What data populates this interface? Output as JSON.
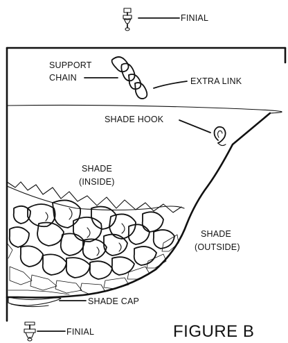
{
  "figure": {
    "title": "FIGURE B",
    "labels": {
      "finial_top": "FINIAL",
      "support_chain_line1": "SUPPORT",
      "support_chain_line2": "CHAIN",
      "extra_link": "EXTRA LINK",
      "shade_hook": "SHADE HOOK",
      "shade_inside_line1": "SHADE",
      "shade_inside_line2": "(INSIDE)",
      "shade_outside_line1": "SHADE",
      "shade_outside_line2": "(OUTSIDE)",
      "shade_cap": "SHADE CAP",
      "finial_bottom": "FINIAL"
    }
  }
}
